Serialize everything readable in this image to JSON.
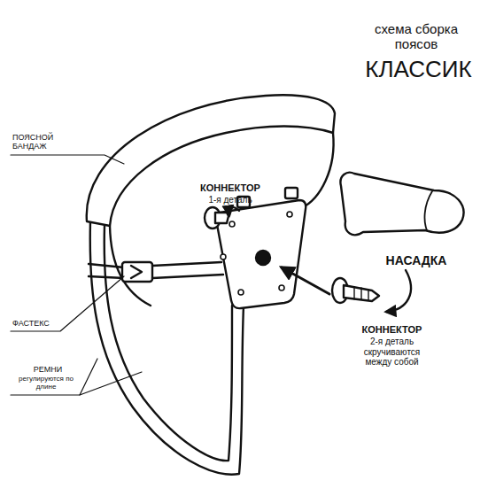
{
  "diagram": {
    "title": "схема сборка поясов",
    "labels": [
      "КЛАССИК",
      "ПОЯСНОЙ БАНДАЖ",
      "КОННЕКТОР",
      "1-я деталь",
      "НАСАДКА",
      "КОННЕКТОР",
      "2-я деталь скручиваются между собой",
      "ФАСТЕКС",
      "РЕМНИ",
      "регулируются по длине"
    ]
  }
}
